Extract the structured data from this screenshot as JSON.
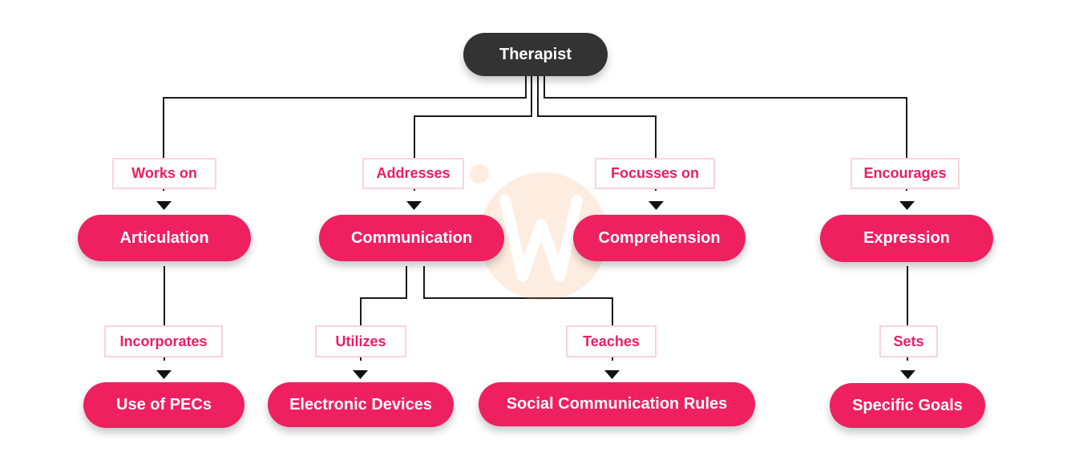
{
  "colors": {
    "root_fill": "#333333",
    "node_fill": "#ee2060",
    "label_text": "#e91e63",
    "label_border": "#fbd3dc",
    "line": "#1a1a1a",
    "watermark": "#f7a15b"
  },
  "root": {
    "label": "Therapist"
  },
  "level1": [
    {
      "label": "Articulation",
      "relation": "Works on"
    },
    {
      "label": "Communication",
      "relation": "Addresses"
    },
    {
      "label": "Comprehension",
      "relation": "Focusses on"
    },
    {
      "label": "Expression",
      "relation": "Encourages"
    }
  ],
  "level2": [
    {
      "label": "Use of PECs",
      "relation": "Incorporates"
    },
    {
      "label": "Electronic Devices",
      "relation": "Utilizes"
    },
    {
      "label": "Social Communication Rules",
      "relation": "Teaches"
    },
    {
      "label": "Specific Goals",
      "relation": "Sets"
    }
  ]
}
